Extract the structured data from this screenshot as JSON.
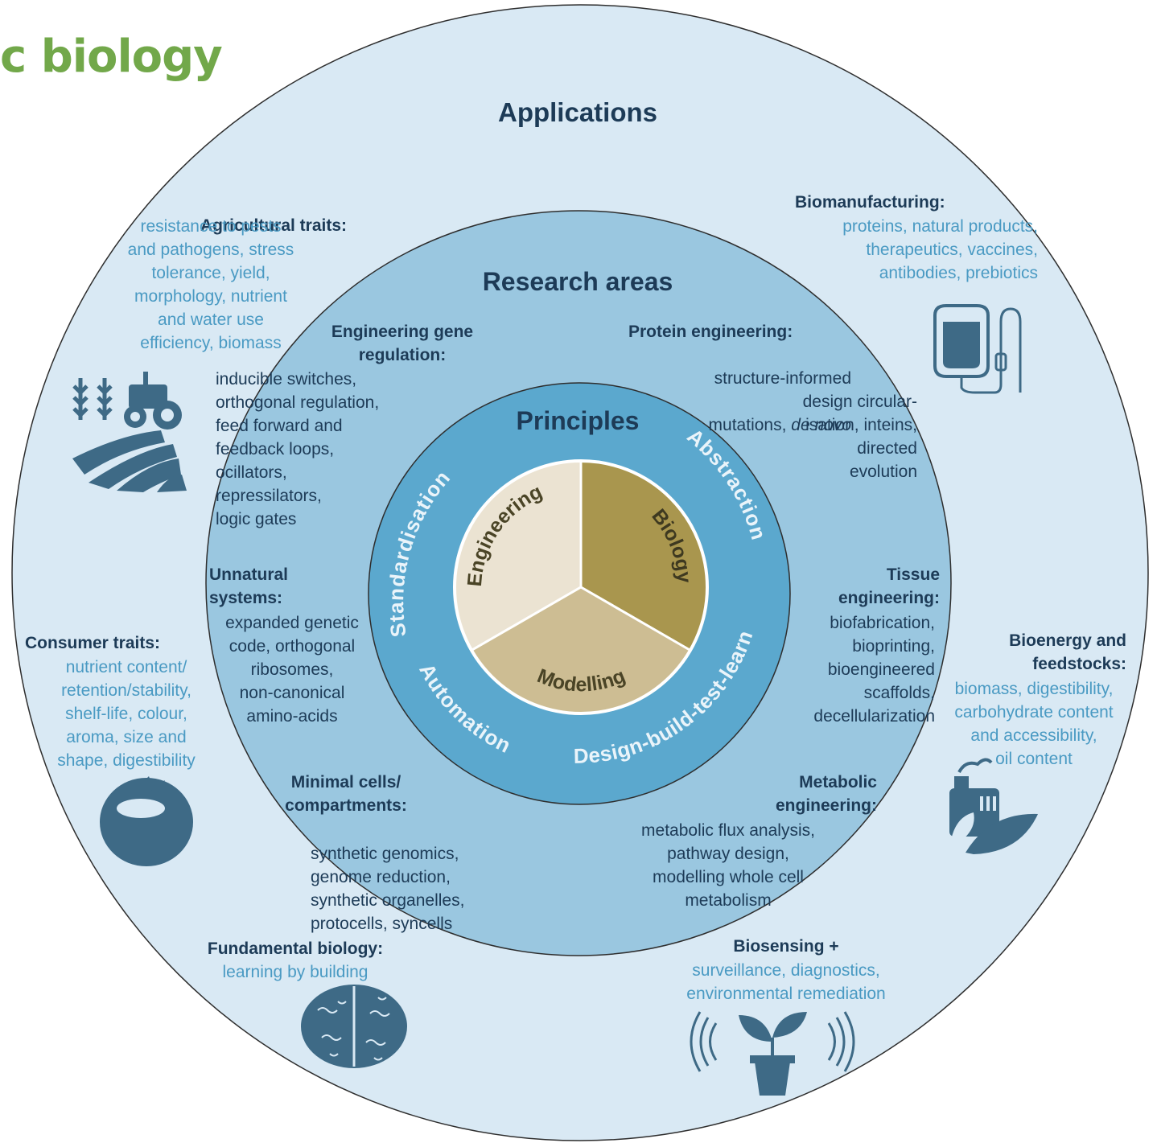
{
  "page_title": "c biology",
  "colors": {
    "outer_ring": "#d9e9f4",
    "research_ring": "#9ac7e0",
    "principles_ring": "#5ba8ce",
    "engineering_sector": "#ebe3d2",
    "biology_sector": "#a9964e",
    "modelling_sector": "#cdbd93",
    "icon": "#3e6a86",
    "title_green": "#72a84a"
  },
  "rings": {
    "applications_title": "Applications",
    "research_title": "Research areas",
    "principles_title": "Principles"
  },
  "principles": {
    "standardisation": "Standardisation",
    "abstraction": "Abstraction",
    "automation": "Automation",
    "dbtl": "Design-build-test-learn"
  },
  "core": {
    "engineering": "Engineering",
    "biology": "Biology",
    "modelling": "Modelling"
  },
  "applications": {
    "agricultural": {
      "title": "Agricultural traits:",
      "text": "resistance to pests\nand pathogens, stress\ntolerance, yield,\nmorphology, nutrient\nand water use\nefficiency, biomass",
      "icon": "tractor-field-icon"
    },
    "biomanufacturing": {
      "title": "Biomanufacturing:",
      "text": "proteins, natural products,\ntherapeutics, vaccines,\nantibodies, prebiotics",
      "icon": "iv-bag-icon"
    },
    "consumer": {
      "title": "Consumer traits:",
      "text": "nutrient content/\nretention/stability,\nshelf-life, colour,\naroma, size and\nshape, digestibility",
      "icon": "tomato-icon"
    },
    "bioenergy": {
      "title": "Bioenergy and\nfeedstocks:",
      "text": "biomass, digestibility,\ncarbohydrate content\nand accessibility,\noil content",
      "icon": "factory-leaf-icon"
    },
    "fundamental": {
      "title": "Fundamental biology:",
      "text": "learning by building",
      "icon": "cell-texture-icon"
    },
    "biosensing": {
      "title": "Biosensing +",
      "text": "surveillance, diagnostics,\nenvironmental remediation",
      "icon": "plant-signal-icon"
    }
  },
  "research": {
    "gene_regulation": {
      "title": "Engineering gene\nregulation:",
      "text": "inducible switches,\northogonal regulation,\nfeed forward and\nfeedback loops,\nocillators,\nrepressilators,\nlogic gates"
    },
    "protein": {
      "title": "Protein engineering:",
      "line1": "structure-informed",
      "line2_prefix": "mutations, ",
      "line2_italic": "de novo",
      "text": "design circular-\nisation, inteins,\ndirected\nevolution"
    },
    "unnatural": {
      "title": "Unnatural\nsystems:",
      "text": "expanded genetic\ncode, orthogonal\nribosomes,\nnon-canonical\namino-acids"
    },
    "tissue": {
      "title": "Tissue\nengineering:",
      "text": "biofabrication,\nbioprinting,\nbioengineered\nscaffolds,\ndecellularization"
    },
    "minimal": {
      "title": "Minimal cells/\ncompartments:",
      "text": "synthetic genomics,\ngenome reduction,\nsynthetic organelles,\nprotocells, syncells"
    },
    "metabolic": {
      "title": "Metabolic\nengineering:",
      "text": "metabolic flux analysis,\npathway design,\nmodelling whole cell\nmetabolism"
    }
  }
}
